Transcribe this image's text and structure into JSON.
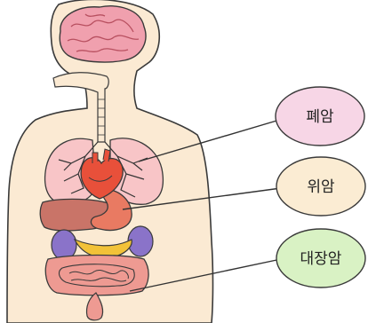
{
  "labels": {
    "lung": "폐암",
    "stomach": "위암",
    "colon": "대장암"
  },
  "colors": {
    "skin": "#fbead3",
    "outline": "#3a3a3a",
    "brain": "#f0a0ae",
    "brain_fold": "#b85060",
    "trachea": "#f3c2bf",
    "lung": "#f8c5c7",
    "bronchi": "#333333",
    "heart": "#e8503a",
    "liver": "#c97468",
    "stomach": "#e97a62",
    "kidney": "#8a73c9",
    "pancreas": "#f2c238",
    "intestine": "#ee9a92",
    "lung_bubble": "#f7d6e6",
    "stomach_bubble": "#fbecd3",
    "colon_bubble": "#d9f2c4",
    "leader": "#333333"
  }
}
